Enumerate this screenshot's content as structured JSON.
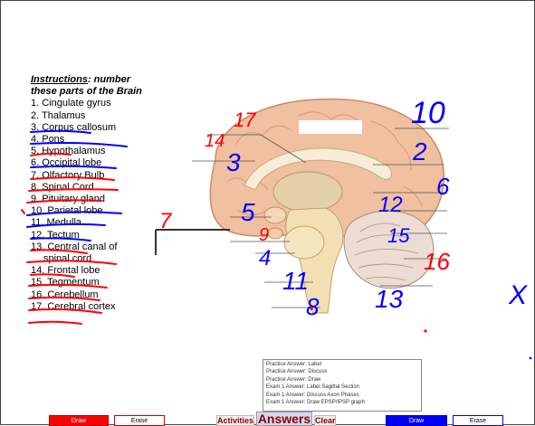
{
  "instructions": {
    "heading_label": "Instructions",
    "heading_rest": ": number these parts of the Brain",
    "items": [
      "1. Cingulate gyrus",
      "2. Thalamus",
      "3. Corpus callosum",
      "4. Pons",
      "5. Hypothalamus",
      "6. Occipital lobe",
      "7. Olfactory Bulb",
      "8. Spinal Cord",
      "9. Pituitary gland",
      "10. Parietal lobe",
      "11. Medulla",
      "12. Tectum",
      "13. Central canal of",
      "spinal cord",
      "14. Frontal lobe",
      "15. Tegmentum",
      "16. Cerebellum",
      "17. Cerebral cortex"
    ]
  },
  "handwritten": {
    "n10": "10",
    "n17": "17",
    "n14": "14",
    "n3": "3",
    "n2": "2",
    "n6": "6",
    "n12": "12",
    "n5": "5",
    "n9": "9",
    "n7": "7",
    "n15": "15",
    "n4": "4",
    "n16": "16",
    "n11": "11",
    "n8": "8",
    "n13": "13",
    "x": "X"
  },
  "answer_list": [
    "Practice Answer:  Label",
    "Practice Answer:  Discuss",
    "Practice Answer:  Draw",
    "Exam 1 Answer:  Label Sagittal Section",
    "Exam 1 Answer:  Discuss Axon Phases",
    "Exam 1 Answer:  Draw EPSP/IPSP graph"
  ],
  "buttons": {
    "draw_left": "Draw",
    "erase_left": "Erase",
    "activities": "Activities",
    "answers": "Answers",
    "clear": "Clear",
    "draw_right": "Draw",
    "erase_right": "Erase"
  },
  "colors": {
    "pen_red": "#ff0000",
    "pen_blue": "#0000ff",
    "button_text": "#8b0000"
  }
}
